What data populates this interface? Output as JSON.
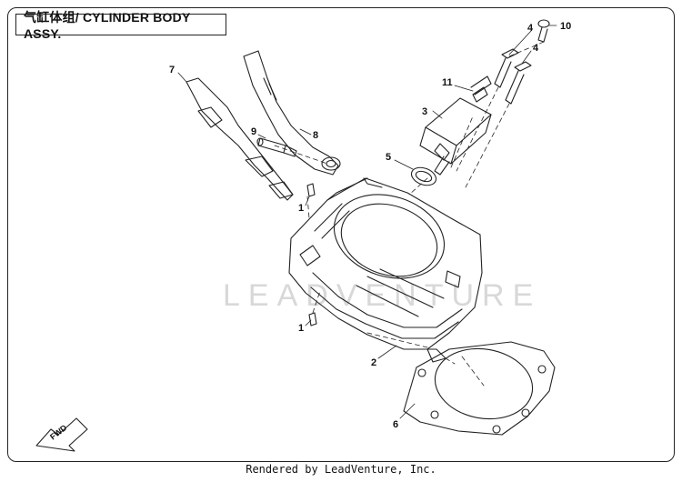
{
  "title": "气缸体组/ CYLINDER BODY ASSY.",
  "watermark": "LEADVENTURE",
  "footer": "Rendered by LeadVenture, Inc.",
  "fwd_label": "FWD",
  "callouts": {
    "c1a": "1",
    "c1b": "1",
    "c2": "2",
    "c3": "3",
    "c4a": "4",
    "c4b": "4",
    "c5": "5",
    "c6": "6",
    "c7": "7",
    "c8": "8",
    "c9": "9",
    "c10": "10",
    "c11": "11"
  },
  "colors": {
    "line": "#222222",
    "watermark": "#d8d8d8",
    "background": "#ffffff"
  }
}
